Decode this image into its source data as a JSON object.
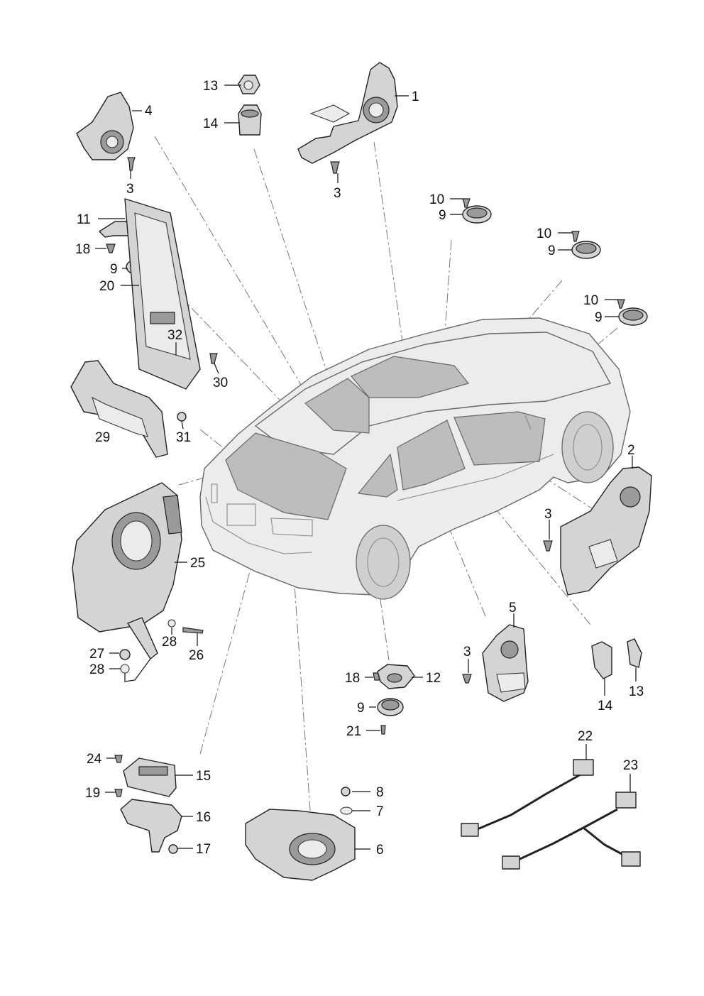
{
  "callouts": [
    {
      "id": "c1",
      "text": "1"
    },
    {
      "id": "c2",
      "text": "2"
    },
    {
      "id": "c3a",
      "text": "3"
    },
    {
      "id": "c3b",
      "text": "3"
    },
    {
      "id": "c3c",
      "text": "3"
    },
    {
      "id": "c3d",
      "text": "3"
    },
    {
      "id": "c4",
      "text": "4"
    },
    {
      "id": "c5",
      "text": "5"
    },
    {
      "id": "c6",
      "text": "6"
    },
    {
      "id": "c7",
      "text": "7"
    },
    {
      "id": "c8",
      "text": "8"
    },
    {
      "id": "c9a",
      "text": "9"
    },
    {
      "id": "c9b",
      "text": "9"
    },
    {
      "id": "c9c",
      "text": "9"
    },
    {
      "id": "c9d",
      "text": "9"
    },
    {
      "id": "c9e",
      "text": "9"
    },
    {
      "id": "c10a",
      "text": "10"
    },
    {
      "id": "c10b",
      "text": "10"
    },
    {
      "id": "c10c",
      "text": "10"
    },
    {
      "id": "c11",
      "text": "11"
    },
    {
      "id": "c12",
      "text": "12"
    },
    {
      "id": "c13a",
      "text": "13"
    },
    {
      "id": "c13b",
      "text": "13"
    },
    {
      "id": "c14a",
      "text": "14"
    },
    {
      "id": "c14b",
      "text": "14"
    },
    {
      "id": "c15",
      "text": "15"
    },
    {
      "id": "c16",
      "text": "16"
    },
    {
      "id": "c17",
      "text": "17"
    },
    {
      "id": "c18a",
      "text": "18"
    },
    {
      "id": "c18b",
      "text": "18"
    },
    {
      "id": "c19",
      "text": "19"
    },
    {
      "id": "c20",
      "text": "20"
    },
    {
      "id": "c21",
      "text": "21"
    },
    {
      "id": "c22",
      "text": "22"
    },
    {
      "id": "c23",
      "text": "23"
    },
    {
      "id": "c24",
      "text": "24"
    },
    {
      "id": "c25",
      "text": "25"
    },
    {
      "id": "c26",
      "text": "26"
    },
    {
      "id": "c27",
      "text": "27"
    },
    {
      "id": "c28a",
      "text": "28"
    },
    {
      "id": "c28b",
      "text": "28"
    },
    {
      "id": "c29",
      "text": "29"
    },
    {
      "id": "c30",
      "text": "30"
    },
    {
      "id": "c31",
      "text": "31"
    },
    {
      "id": "c32",
      "text": "32"
    }
  ]
}
